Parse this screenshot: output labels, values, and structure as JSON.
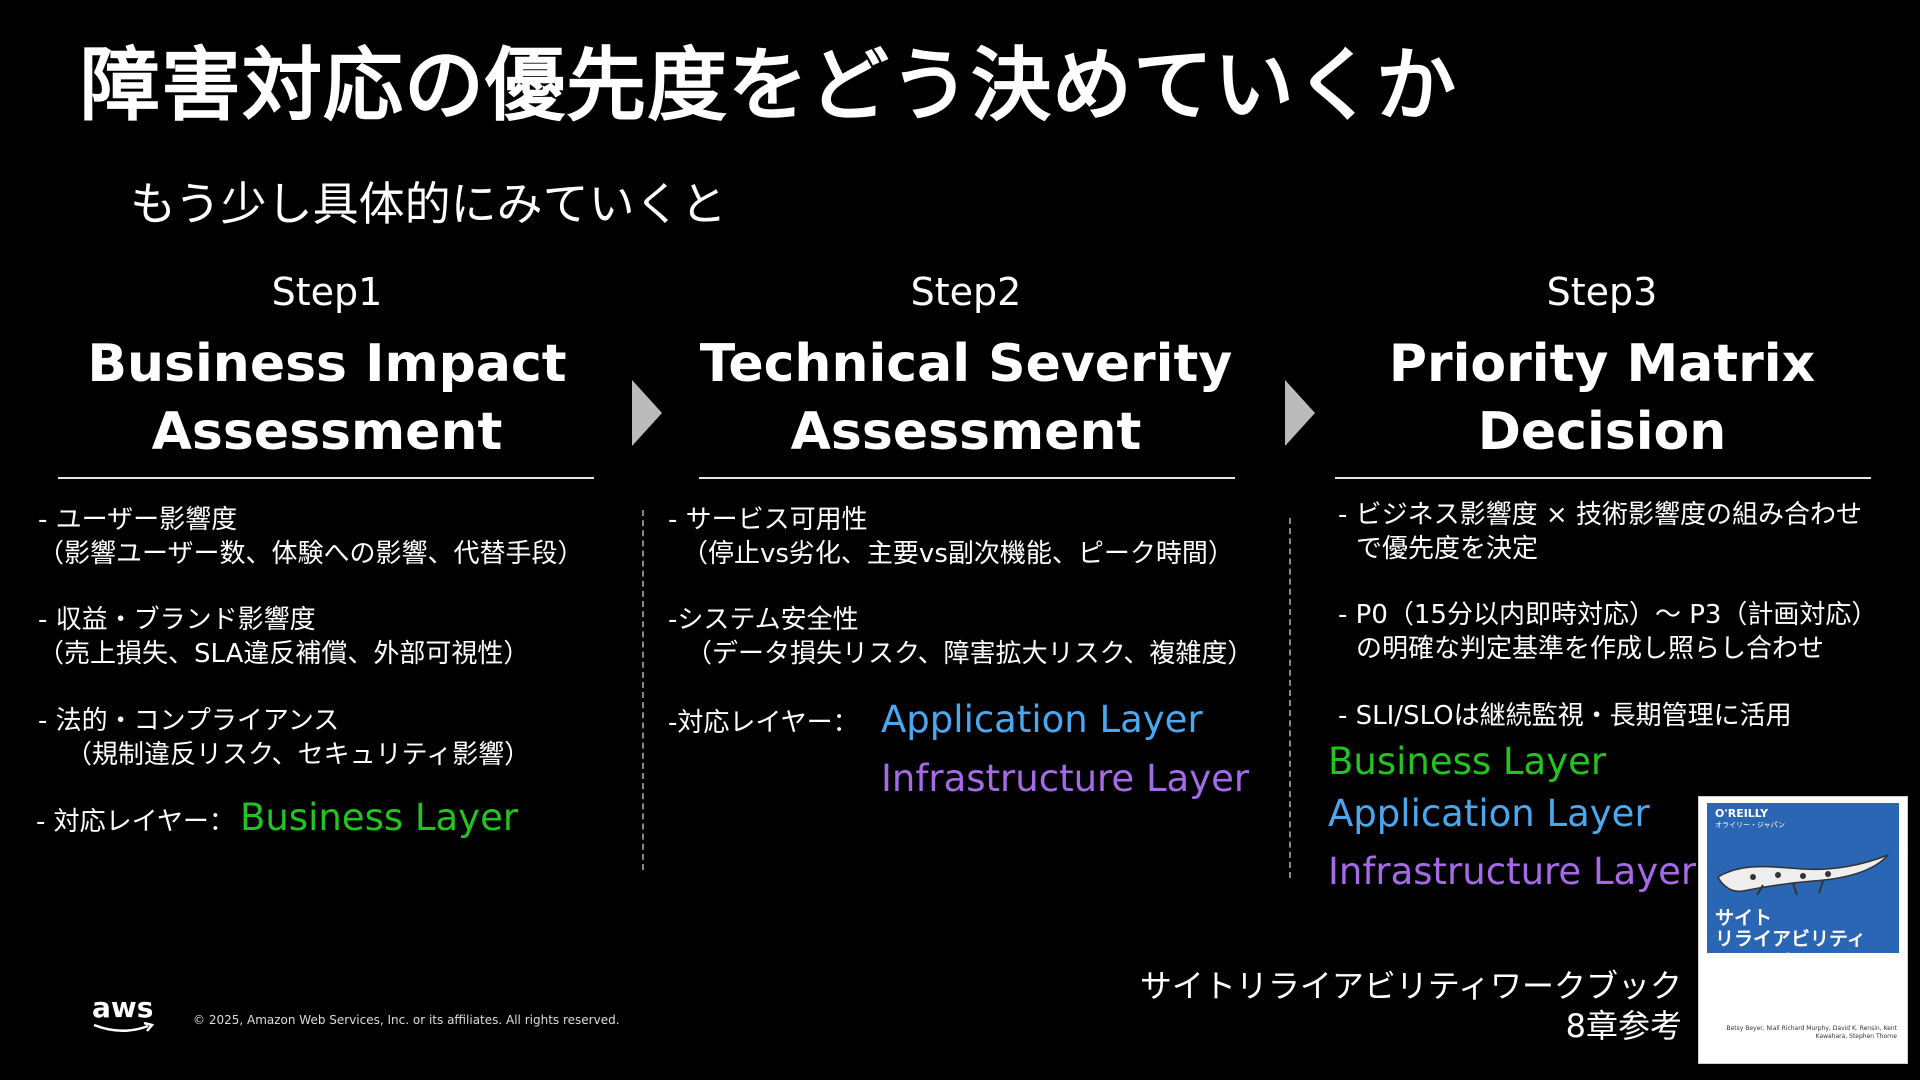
{
  "colors": {
    "background": "#000000",
    "green": "#22c41f",
    "blue": "#49a8ef",
    "purple": "#a66ae8"
  },
  "page": {
    "title": "障害対応の優先度をどう決めていくか",
    "subtitle": "もう少し具体的にみていくと"
  },
  "steps": [
    {
      "label": "Step1",
      "title_line1": "Business Impact",
      "title_line2": "Assessment",
      "items": [
        {
          "line1": "- ユーザー影響度",
          "line2": "（影響ユーザー数、体験への影響、代替手段）"
        },
        {
          "line1": "- 収益・ブランド影響度",
          "line2": "（売上損失、SLA違反補償、外部可視性）"
        },
        {
          "line1": "- 法的・コンプライアンス",
          "line2": "（規制違反リスク、セキュリティ影響）"
        }
      ],
      "layer_prefix": "- 対応レイヤー：",
      "layers": [
        "Business Layer"
      ]
    },
    {
      "label": "Step2",
      "title_line1": "Technical Severity",
      "title_line2": "Assessment",
      "items": [
        {
          "line1": "- サービス可用性",
          "line2": "（停止vs劣化、主要vs副次機能、ピーク時間）"
        },
        {
          "line1": "-システム安全性",
          "line2": "（データ損失リスク、障害拡大リスク、複雑度）"
        }
      ],
      "layer_prefix": "-対応レイヤー：",
      "layers": [
        "Application Layer",
        "Infrastructure Layer"
      ]
    },
    {
      "label": "Step3",
      "title_line1": "Priority Matrix",
      "title_line2": "Decision",
      "items": [
        {
          "line1": "- ビジネス影響度 × 技術影響度の組み合わせ",
          "line2": "で優先度を決定"
        },
        {
          "line1": "-  P0（15分以内即時対応）～ P3（計画対応）",
          "line2": "の明確な判定基準を作成し照らし合わせ"
        },
        {
          "line1": "- SLI/SLOは継続監視・長期管理に活用",
          "line2": ""
        }
      ],
      "layers": [
        "Business Layer",
        "Application Layer",
        "Infrastructure Layer"
      ]
    }
  ],
  "icons": {
    "arrow": "chevron-right-icon",
    "aws": "aws-logo-icon"
  },
  "footer": {
    "logo_text": "aws",
    "copyright": "© 2025, Amazon Web Services, Inc. or its affiliates. All rights reserved."
  },
  "reference": {
    "line1": "サイトリライアビリティワークブック",
    "line2": "8章参考"
  },
  "book": {
    "publisher": "O'REILLY",
    "publisher_sub": "オライリー・ジャパン",
    "title_line1": "サイト",
    "title_line2": "リライアビリティ",
    "title_line3": "ワークブック",
    "subtitle": "SREの実践方法",
    "authors": "Betsy Beyer, Niall Richard Murphy, David K. Rensin, Kent Kawahara, Stephen Thorne"
  }
}
